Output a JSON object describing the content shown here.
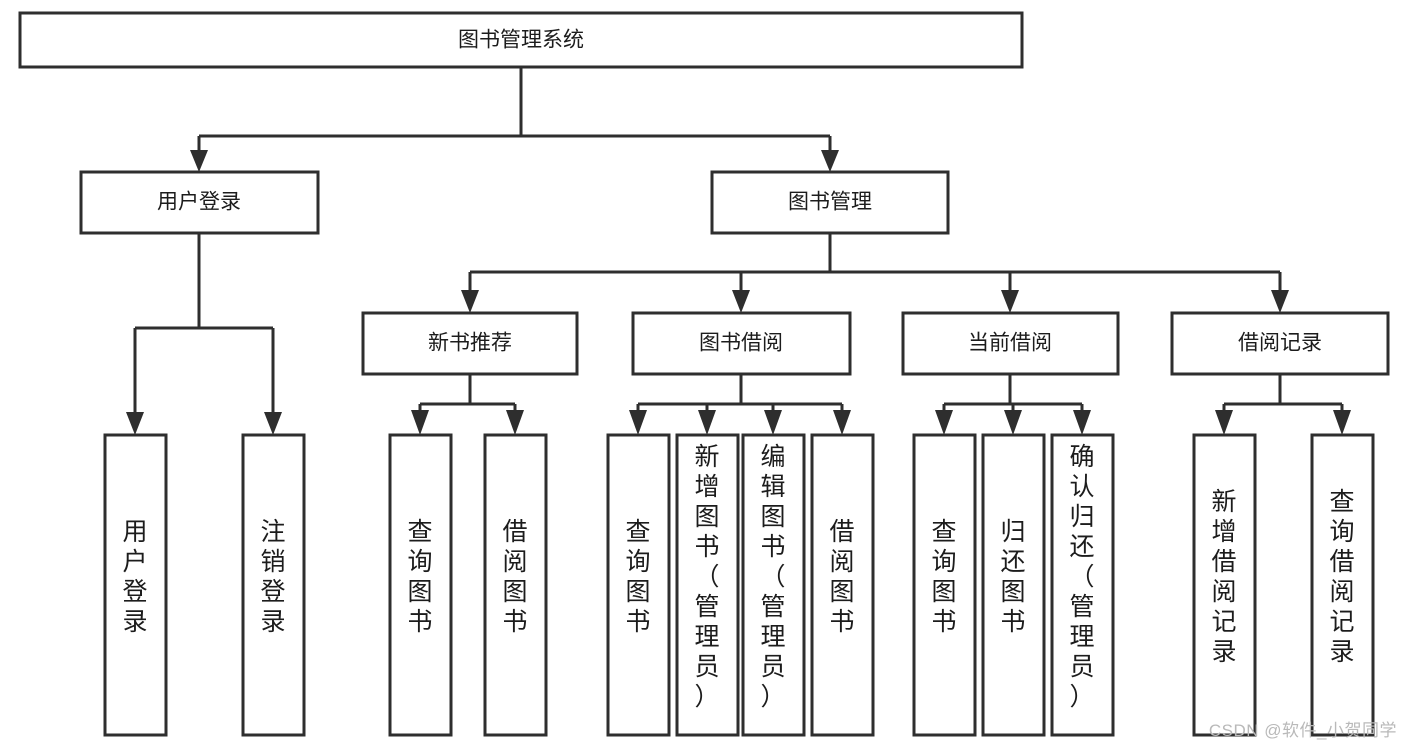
{
  "diagram": {
    "title": "图书管理系统",
    "type": "tree",
    "orientation": "top-down",
    "colors": {
      "box_fill": "#ffffff",
      "box_stroke": "#2e2e2e",
      "connector": "#2e2e2e",
      "text": "#1c1c1c",
      "watermark": "#b9b9b9",
      "background": "#ffffff"
    },
    "root": {
      "id": "root",
      "label": "图书管理系统",
      "text_orientation": "horizontal"
    },
    "level2": [
      {
        "id": "user-login",
        "label": "用户登录",
        "text_orientation": "horizontal"
      },
      {
        "id": "book-management",
        "label": "图书管理",
        "text_orientation": "horizontal"
      }
    ],
    "level3": [
      {
        "id": "new-book-recommend",
        "label": "新书推荐",
        "parent": "book-management",
        "text_orientation": "horizontal"
      },
      {
        "id": "book-borrow",
        "label": "图书借阅",
        "parent": "book-management",
        "text_orientation": "horizontal"
      },
      {
        "id": "current-borrow",
        "label": "当前借阅",
        "parent": "book-management",
        "text_orientation": "horizontal"
      },
      {
        "id": "borrow-record",
        "label": "借阅记录",
        "parent": "book-management",
        "text_orientation": "horizontal"
      }
    ],
    "leaves": [
      {
        "id": "leaf-user-login",
        "label": "用户登录",
        "parent": "user-login",
        "lines": [
          "用",
          "户",
          "登",
          "录"
        ],
        "text_orientation": "vertical"
      },
      {
        "id": "leaf-logout",
        "label": "注销登录",
        "parent": "user-login",
        "lines": [
          "注",
          "销",
          "登",
          "录"
        ],
        "text_orientation": "vertical"
      },
      {
        "id": "leaf-query-book-recommend",
        "label": "查询图书",
        "parent": "new-book-recommend",
        "lines": [
          "查",
          "询",
          "图",
          "书"
        ],
        "text_orientation": "vertical"
      },
      {
        "id": "leaf-borrow-book-recommend",
        "label": "借阅图书",
        "parent": "new-book-recommend",
        "lines": [
          "借",
          "阅",
          "图",
          "书"
        ],
        "text_orientation": "vertical"
      },
      {
        "id": "leaf-query-book-borrow",
        "label": "查询图书",
        "parent": "book-borrow",
        "lines": [
          "查",
          "询",
          "图",
          "书"
        ],
        "text_orientation": "vertical"
      },
      {
        "id": "leaf-add-book-admin",
        "label": "新增图书（管理员）",
        "parent": "book-borrow",
        "lines": [
          "新",
          "增",
          "图",
          "书",
          "（",
          "管",
          "理",
          "员",
          "）"
        ],
        "text_orientation": "vertical"
      },
      {
        "id": "leaf-edit-book-admin",
        "label": "编辑图书（管理员）",
        "parent": "book-borrow",
        "lines": [
          "编",
          "辑",
          "图",
          "书",
          "（",
          "管",
          "理",
          "员",
          "）"
        ],
        "text_orientation": "vertical"
      },
      {
        "id": "leaf-borrow-book",
        "label": "借阅图书",
        "parent": "book-borrow",
        "lines": [
          "借",
          "阅",
          "图",
          "书"
        ],
        "text_orientation": "vertical"
      },
      {
        "id": "leaf-query-book-current",
        "label": "查询图书",
        "parent": "current-borrow",
        "lines": [
          "查",
          "询",
          "图",
          "书"
        ],
        "text_orientation": "vertical"
      },
      {
        "id": "leaf-return-book",
        "label": "归还图书",
        "parent": "current-borrow",
        "lines": [
          "归",
          "还",
          "图",
          "书"
        ],
        "text_orientation": "vertical"
      },
      {
        "id": "leaf-confirm-return-admin",
        "label": "确认归还（管理员）",
        "parent": "current-borrow",
        "lines": [
          "确",
          "认",
          "归",
          "还",
          "（",
          "管",
          "理",
          "员",
          "）"
        ],
        "text_orientation": "vertical"
      },
      {
        "id": "leaf-add-borrow-record",
        "label": "新增借阅记录",
        "parent": "borrow-record",
        "lines": [
          "新",
          "增",
          "借",
          "阅",
          "记",
          "录"
        ],
        "text_orientation": "vertical"
      },
      {
        "id": "leaf-query-borrow-record",
        "label": "查询借阅记录",
        "parent": "borrow-record",
        "lines": [
          "查",
          "询",
          "借",
          "阅",
          "记",
          "录"
        ],
        "text_orientation": "vertical"
      }
    ]
  },
  "watermark": {
    "text": "CSDN @软件_小贺同学"
  }
}
